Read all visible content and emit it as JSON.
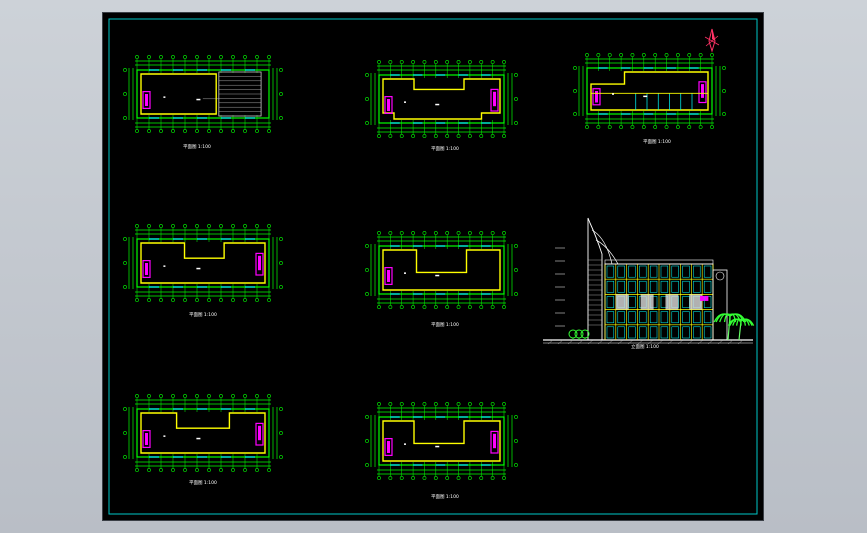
{
  "app": {
    "view": "cad-drawing-viewer"
  },
  "colors": {
    "background": "#000000",
    "frame": "#00c8c8",
    "grid": "#00ff00",
    "wall": "#ffff00",
    "stair": "#ff00ff",
    "window": "#00ffff",
    "text": "#ffffff",
    "viewport": "#c4c9cf"
  },
  "drawing": {
    "plans": [
      {
        "id": "plan-1",
        "label": "平面图 1:100"
      },
      {
        "id": "plan-2",
        "label": "平面图 1:100"
      },
      {
        "id": "plan-3",
        "label": "平面图 1:100"
      },
      {
        "id": "plan-4",
        "label": "平面图 1:100"
      },
      {
        "id": "plan-5",
        "label": "平面图 1:100"
      },
      {
        "id": "plan-6",
        "label": "平面图 1:100"
      },
      {
        "id": "plan-7",
        "label": "平面图 1:100"
      }
    ],
    "elevation": {
      "id": "elevation",
      "label": "立面图 1:100"
    },
    "north_arrow": {
      "icon": "north-arrow-icon"
    }
  }
}
